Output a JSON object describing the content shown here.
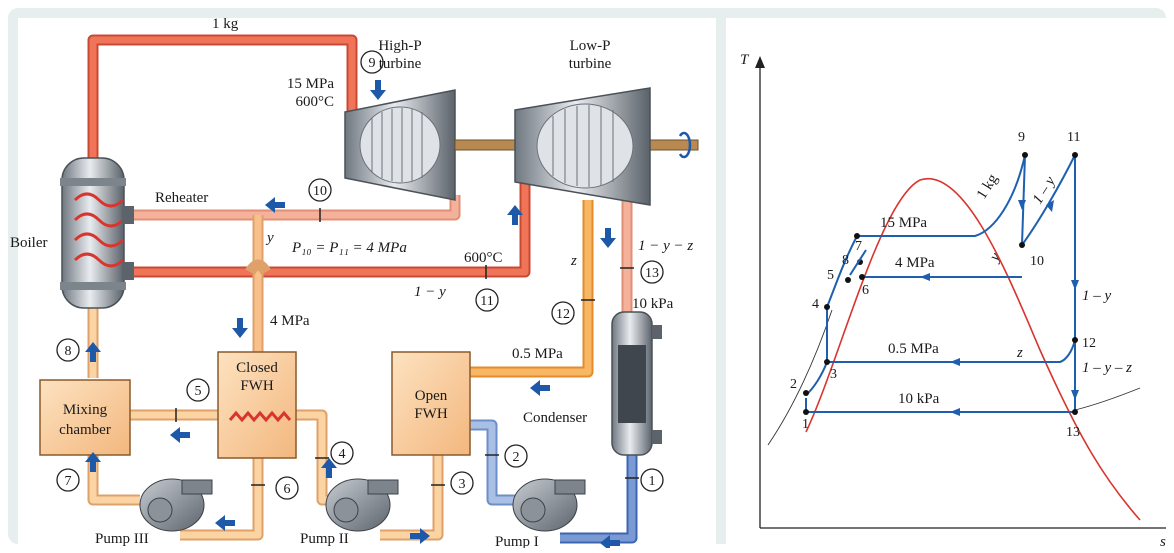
{
  "schematic": {
    "mass_label": "1 kg",
    "high_p_turbine": [
      "High-P",
      "turbine"
    ],
    "low_p_turbine": [
      "Low-P",
      "turbine"
    ],
    "state9_conditions": [
      "15 MPa",
      "600°C"
    ],
    "reheater": "Reheater",
    "boiler": "Boiler",
    "y_label": "y",
    "reheat_pressure_eq": "P₁₀ = P₁₁ = 4 MPa",
    "reheat_temp": "600°C",
    "one_minus_y": "1 − y",
    "z_label": "z",
    "one_minus_y_minus_z": "1 − y − z",
    "condenser_pressure": "10 kPa",
    "closed_fwh_pressure": "4 MPa",
    "open_fwh_pressure": "0.5 MPa",
    "condenser": "Condenser",
    "mixing_chamber": [
      "Mixing",
      "chamber"
    ],
    "closed_fwh": [
      "Closed",
      "FWH"
    ],
    "open_fwh": [
      "Open",
      "FWH"
    ],
    "pump_iii": "Pump III",
    "pump_ii": "Pump II",
    "pump_i": "Pump I",
    "states": [
      "1",
      "2",
      "3",
      "4",
      "5",
      "6",
      "7",
      "8",
      "9",
      "10",
      "11",
      "12",
      "13"
    ]
  },
  "ts_diagram": {
    "axis_y": "T",
    "axis_x": "s",
    "p_15": "15 MPa",
    "p_4": "4 MPa",
    "p_05": "0.5 MPa",
    "p_10": "10 kPa",
    "lbl_1kg": "1 kg",
    "lbl_y": "y",
    "lbl_1_y": "1 – y",
    "lbl_z": "z",
    "lbl_1_y_z": "1 – y – z",
    "points": [
      "1",
      "2",
      "3",
      "4",
      "5",
      "6",
      "7",
      "8",
      "9",
      "10",
      "11",
      "12",
      "13"
    ]
  },
  "colors": {
    "steam_hot": "#ee6b50",
    "steam_reheat": "#f4a98f",
    "bleed": "#f8b765",
    "feedwater": "#fbd4a4",
    "condensate": "#8fa9d6",
    "arrow_blue": "#1d59a8",
    "dome": "#d8352e",
    "process": "#1f5fb0"
  }
}
